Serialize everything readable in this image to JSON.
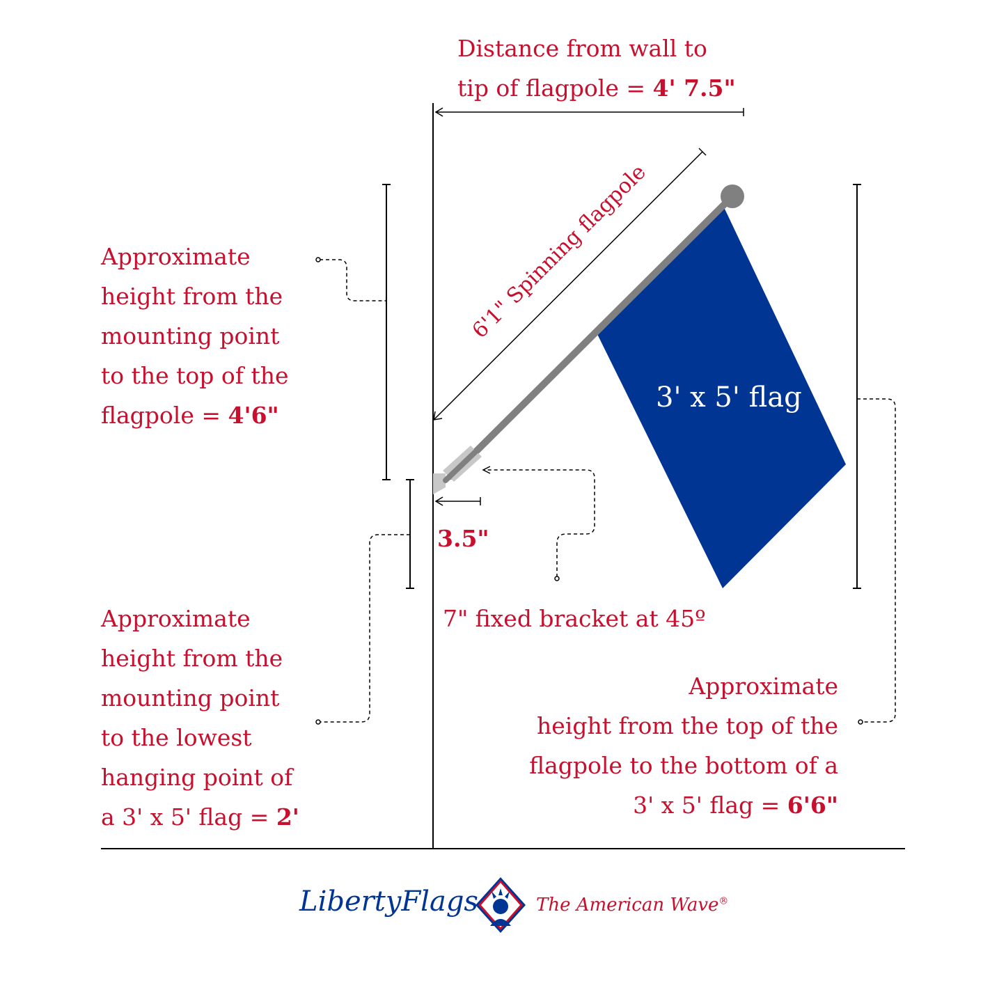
{
  "labels": {
    "wall_distance": {
      "line1": "Distance from wall to",
      "line2_prefix": "tip of flagpole = ",
      "value": "4' 7.5\""
    },
    "pole": "6'1\" Spinning flagpole",
    "flag": "3' x 5' flag",
    "bracket_offset": "3.5\"",
    "bracket": "7\" fixed bracket at 45º",
    "height_top": {
      "lines": [
        "Approximate",
        "height from the",
        "mounting point",
        "to the top of the"
      ],
      "last_prefix": "flagpole = ",
      "value": "4'6\""
    },
    "height_low": {
      "lines": [
        "Approximate",
        "height from the",
        "mounting point",
        "to the lowest",
        "hanging point of"
      ],
      "last_prefix": "a 3' x 5' flag = ",
      "value": "2'"
    },
    "height_flag": {
      "lines": [
        "Approximate",
        "height from the top of the",
        "flagpole to the bottom of a"
      ],
      "last_prefix": "3' x 5' flag = ",
      "value": "6'6\""
    }
  },
  "brand": {
    "logo": "LibertyFlags",
    "tagline": "The American Wave",
    "registered": "®"
  },
  "colors": {
    "text": "#c8102e",
    "flag": "#003594",
    "pole": "#808080",
    "bracket": "#c8c8c8",
    "lines": "#000000"
  },
  "icons": [
    "statue-of-liberty-icon"
  ]
}
